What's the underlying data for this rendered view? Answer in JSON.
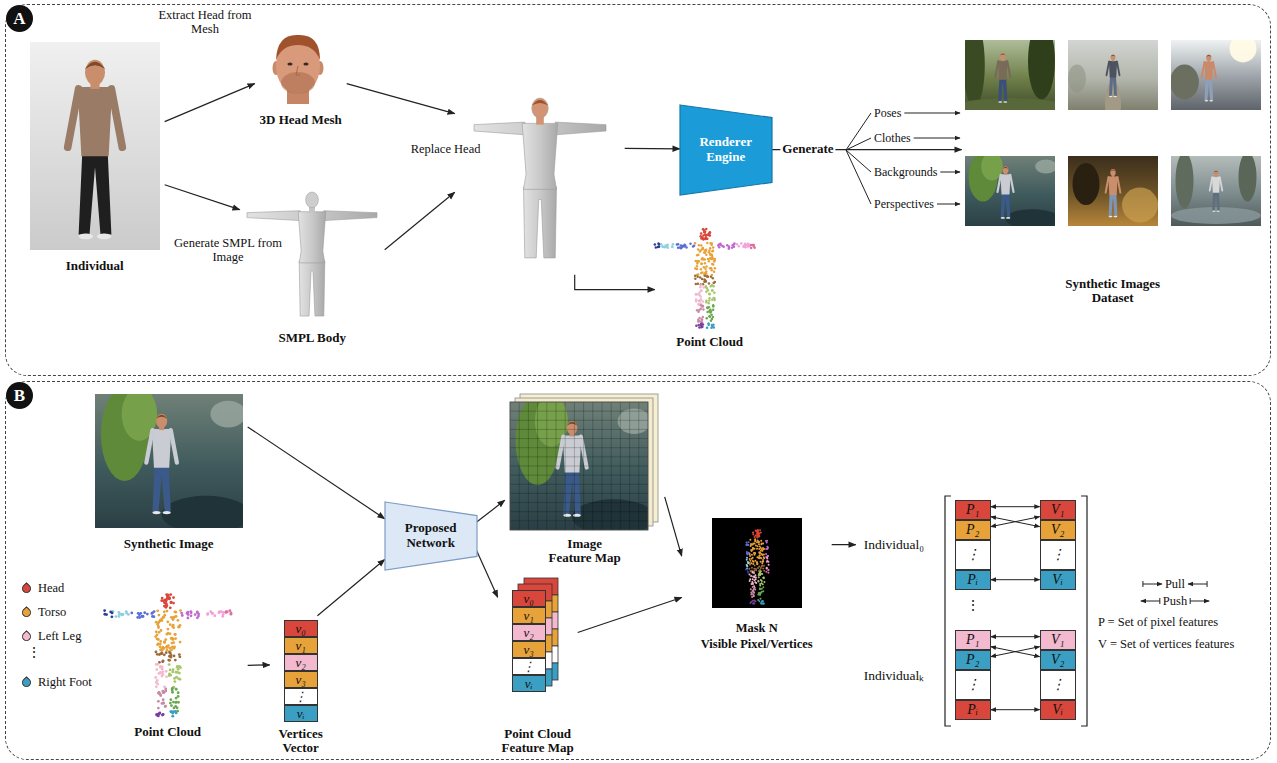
{
  "diagram": {
    "nodes": [
      {
        "text": [
          "A"
        ]
      },
      {
        "text": [
          "Individual"
        ],
        "in": 0
      },
      {
        "text": [
          "3D Head Mesh"
        ],
        "in": 0
      },
      {
        "text": [
          "SMPL Body"
        ],
        "in": 0
      },
      {
        "text": [
          "Replace Head"
        ],
        "in": 0
      },
      {
        "text": [
          "Renderer Engine"
        ],
        "in": 0
      },
      {
        "text": [
          "Point Cloud"
        ],
        "in": 0
      },
      {
        "text": [
          "Synthetic Images Dataset"
        ],
        "in": 0
      },
      {
        "text": [
          "B"
        ]
      },
      {
        "text": [
          "Synthetic Image"
        ],
        "in": 8
      },
      {
        "text": [
          "Point Cloud"
        ],
        "in": 8
      },
      {
        "text": [
          "Vertices Vector"
        ],
        "in": 8
      },
      {
        "text": [
          "v₀"
        ],
        "in": 11
      },
      {
        "text": [
          "v₁"
        ],
        "in": 11
      },
      {
        "text": [
          "v₂"
        ],
        "in": 11
      },
      {
        "text": [
          "v₃"
        ],
        "in": 11
      },
      {
        "text": [
          "⋮"
        ],
        "in": 11
      },
      {
        "text": [
          "vᵢ"
        ],
        "in": 11
      },
      {
        "text": [
          "Proposed Network"
        ],
        "in": 8
      },
      {
        "text": [
          "Image Feature Map"
        ],
        "in": 8
      },
      {
        "text": [
          "Point Cloud Feature Map"
        ],
        "in": 8
      },
      {
        "text": [
          "v₀"
        ],
        "in": 20
      },
      {
        "text": [
          "v₁"
        ],
        "in": 20
      },
      {
        "text": [
          "v₂"
        ],
        "in": 20
      },
      {
        "text": [
          "v₃"
        ],
        "in": 20
      },
      {
        "text": [
          "⋮"
        ],
        "in": 20
      },
      {
        "text": [
          "vᵢ"
        ],
        "in": 20
      },
      {
        "text": [
          "Mask N",
          "Visible Pixel/Vertices"
        ],
        "in": 8
      },
      {
        "text": [
          "Individual₀"
        ],
        "in": 8
      },
      {
        "text": [
          "P₁"
        ],
        "in": 28
      },
      {
        "text": [
          "P₂"
        ],
        "in": 28
      },
      {
        "text": [
          "⋮"
        ],
        "in": 28
      },
      {
        "text": [
          "Pᵢ"
        ],
        "in": 28
      },
      {
        "text": [
          "V₁"
        ],
        "in": 28
      },
      {
        "text": [
          "V₂"
        ],
        "in": 28
      },
      {
        "text": [
          "⋮"
        ],
        "in": 28
      },
      {
        "text": [
          "Vᵢ"
        ],
        "in": 28
      },
      {
        "text": [
          "Individualₖ"
        ],
        "in": 8
      },
      {
        "text": [
          "P₁"
        ],
        "in": 37
      },
      {
        "text": [
          "P₂"
        ],
        "in": 37
      },
      {
        "text": [
          "⋮"
        ],
        "in": 37
      },
      {
        "text": [
          "Pᵢ"
        ],
        "in": 37
      },
      {
        "text": [
          "V₁"
        ],
        "in": 37
      },
      {
        "text": [
          "V₂"
        ],
        "in": 37
      },
      {
        "text": [
          "⋮"
        ],
        "in": 37
      },
      {
        "text": [
          "Vᵢ"
        ],
        "in": 37
      }
    ],
    "edges": [
      {
        "from": 1,
        "to": 2,
        "arrow": "to",
        "label": "Extract Head from Mesh"
      },
      {
        "from": 1,
        "to": 3,
        "arrow": "to",
        "label": "Generate SMPL from Image"
      },
      {
        "from": 2,
        "to": 4,
        "arrow": "to"
      },
      {
        "from": 3,
        "to": 4,
        "arrow": "to"
      },
      {
        "from": 4,
        "to": 5,
        "arrow": "to"
      },
      {
        "from": 4,
        "to": 6,
        "arrow": "to"
      },
      {
        "from": 5,
        "to": 7,
        "arrow": "to",
        "label": "Generate"
      },
      {
        "from": 9,
        "to": 18,
        "arrow": "to"
      },
      {
        "from": 10,
        "to": 11,
        "arrow": "to"
      },
      {
        "from": 11,
        "to": 18,
        "arrow": "to"
      },
      {
        "from": 18,
        "to": 19,
        "arrow": "to"
      },
      {
        "from": 18,
        "to": 20,
        "arrow": "to"
      },
      {
        "from": 19,
        "to": 27,
        "arrow": "to"
      },
      {
        "from": 20,
        "to": 27,
        "arrow": "to"
      },
      {
        "from": 27,
        "to": 28,
        "arrow": "to"
      },
      {
        "from": 29,
        "to": 33,
        "arrow": "both"
      },
      {
        "from": 29,
        "to": 34,
        "arrow": "both"
      },
      {
        "from": 30,
        "to": 33,
        "arrow": "both"
      },
      {
        "from": 32,
        "to": 36,
        "arrow": "both"
      },
      {
        "from": 38,
        "to": 42,
        "arrow": "both"
      },
      {
        "from": 38,
        "to": 43,
        "arrow": "both"
      },
      {
        "from": 39,
        "to": 42,
        "arrow": "both"
      },
      {
        "from": 41,
        "to": 45,
        "arrow": "both"
      }
    ],
    "labels": [
      "Poses",
      "Clothes",
      "Backgrounds",
      "Perspectives",
      "⋮",
      "⋮"
    ],
    "legend": [
      {
        "text": "Head",
        "color": "#d9463b"
      },
      {
        "text": "Torso",
        "color": "#e8a23a"
      },
      {
        "text": "Left Leg",
        "color": "#f2b9cf"
      },
      {
        "text": "Right Foot",
        "color": "#3a9fc2"
      },
      {
        "text": "Pull"
      },
      {
        "text": "Push"
      },
      {
        "text": "P = Set of pixel features"
      },
      {
        "text": "V = Set of vertices features"
      }
    ]
  }
}
